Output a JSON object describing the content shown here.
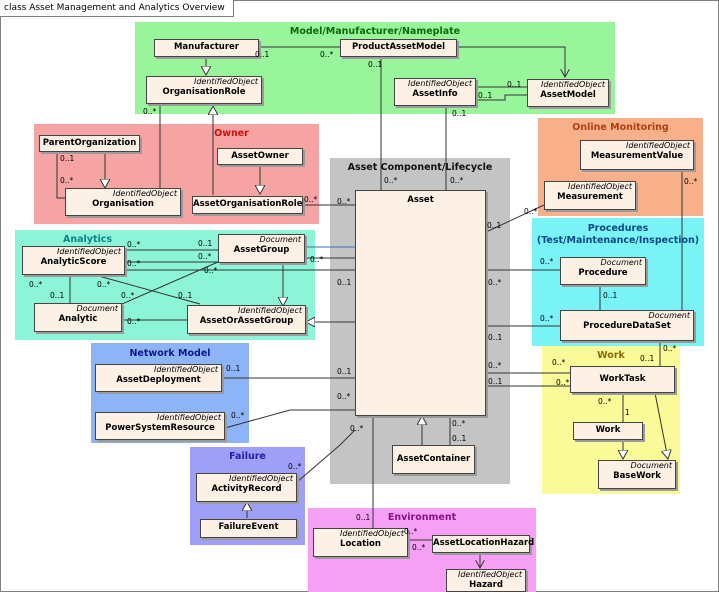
{
  "diagram": {
    "title": "class Asset Management and Analytics Overview",
    "packages": {
      "model": "Model/Manufacturer/Nameplate",
      "owner": "Owner",
      "analytics": "Analytics",
      "asset_core": "Asset Component/Lifecycle",
      "online_monitoring": "Online Monitoring",
      "procedures": "Procedures\n(Test/Maintenance/Inspection)",
      "network_model": "Network Model",
      "work": "Work",
      "failure": "Failure",
      "environment": "Environment"
    },
    "stereotypes": {
      "identified_object": "IdentifiedObject",
      "document": "Document"
    },
    "classes": {
      "manufacturer": "Manufacturer",
      "product_asset_model": "ProductAssetModel",
      "organisation_role": "OrganisationRole",
      "asset_info": "AssetInfo",
      "asset_model": "AssetModel",
      "parent_organization": "ParentOrganization",
      "organisation": "Organisation",
      "asset_owner": "AssetOwner",
      "asset_organisation_role": "AssetOrganisationRole",
      "analytic_score": "AnalyticScore",
      "asset_group": "AssetGroup",
      "analytic": "Analytic",
      "asset_or_asset_group": "AssetOrAssetGroup",
      "asset": "Asset",
      "asset_container": "AssetContainer",
      "measurement_value": "MeasurementValue",
      "measurement": "Measurement",
      "procedure": "Procedure",
      "procedure_data_set": "ProcedureDataSet",
      "asset_deployment": "AssetDeployment",
      "power_system_resource": "PowerSystemResource",
      "work_task": "WorkTask",
      "work": "Work",
      "base_work": "BaseWork",
      "activity_record": "ActivityRecord",
      "failure_event": "FailureEvent",
      "location": "Location",
      "asset_location_hazard": "AssetLocationHazard",
      "hazard": "Hazard"
    },
    "multiplicities": {
      "m_man_01": "0..1",
      "m_man_0s": "0..*",
      "m_pam_01": "0..1",
      "m_orgrole_0s": "0..*",
      "m_ai_1": "0..1",
      "m_ai_2": "0..1",
      "m_ai_3": "0..1",
      "m_po_1": "0..1",
      "m_po_2": "0..*",
      "m_aor_0s": "0..*",
      "m_asset_aor": "0..*",
      "m_asset_pam": "0..*",
      "m_asset_ai": "0..*",
      "m_as_a1": "0..1",
      "m_as_a2": "0..*",
      "m_ag_1": "0..*",
      "m_ag_2": "0..*",
      "m_ag_3": "0..*",
      "m_an_1": "0..*",
      "m_an_2": "0..*",
      "m_an_3": "0..1",
      "m_an_4": "0..*",
      "m_an_5": "0..1",
      "m_an_6": "0..*",
      "m_asset_ag": "0..*",
      "m_asset_as": "0..1",
      "m_mv_0s": "0..*",
      "m_meas_0s": "0..*",
      "m_meas_01": "0..1",
      "m_proc_0s": "0..*",
      "m_asset_proc": "0..*",
      "m_proc_01": "0..1",
      "m_pds_0s": "0..*",
      "m_asset_pds": "0..1",
      "m_pds_wt": "0..*",
      "m_pds_1": "0..1",
      "m_ad_01": "0..1",
      "m_asset_ad": "0..1",
      "m_psr_0s": "0..*",
      "m_asset_psr": "0..*",
      "m_wt_0s": "0..*",
      "m_asset_wt1": "0..*",
      "m_asset_wt2": "0..1",
      "m_wt_01": "0..*",
      "m_wt_1": "1",
      "m_wt_2": "0..*",
      "m_ar_0s": "0..*",
      "m_asset_ar": "0..*",
      "m_asset_ac1": "0..*",
      "m_asset_ac2": "0..1",
      "m_loc_01": "0..1",
      "m_loc_alh": "0..*",
      "m_alh_0s": "0..*"
    }
  }
}
